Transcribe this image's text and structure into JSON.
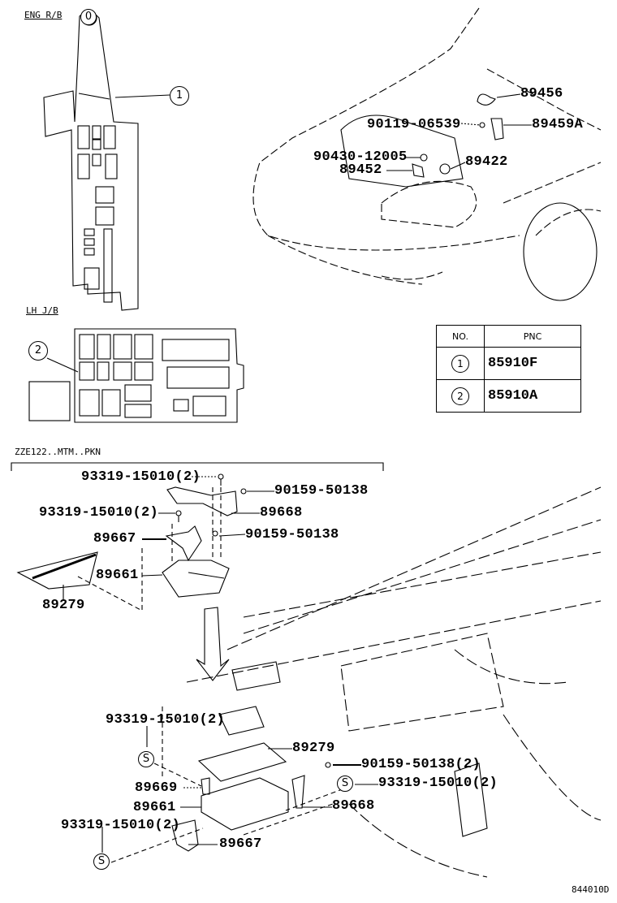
{
  "sections": {
    "eng_rb": "ENG R/B",
    "lh_jb": "LH J/B",
    "variant": "ZZE122..MTM..PKN"
  },
  "callouts": {
    "one": "1",
    "two": "2",
    "zero": "0",
    "s": "S"
  },
  "engine_labels": {
    "p89456": "89456",
    "p90119": "90119-06539",
    "p89459a": "89459A",
    "p90430": "90430-12005",
    "p89422": "89422",
    "p89452": "89452"
  },
  "pnc_table": {
    "headers": [
      "NO.",
      "PNC"
    ],
    "rows": [
      {
        "no": "1",
        "pnc": "85910F"
      },
      {
        "no": "2",
        "pnc": "85910A"
      }
    ]
  },
  "upper_ecu_labels": {
    "bolt_top": "93319-15010(2)",
    "clip_top": "90159-50138",
    "bolt_mid": "93319-15010(2)",
    "bracket_r": "89668",
    "bracket_l": "89667",
    "clip_mid": "90159-50138",
    "ecu": "89661",
    "cover": "89279"
  },
  "lower_ecu_labels": {
    "bolt_top": "93319-15010(2)",
    "cover": "89279",
    "clip": "90159-50138(2)",
    "bolt_r": "93319-15010(2)",
    "bracket_89669": "89669",
    "bracket_r": "89668",
    "ecu": "89661",
    "bolt_l": "93319-15010(2)",
    "bracket_l": "89667"
  },
  "figure_id": "844010D"
}
